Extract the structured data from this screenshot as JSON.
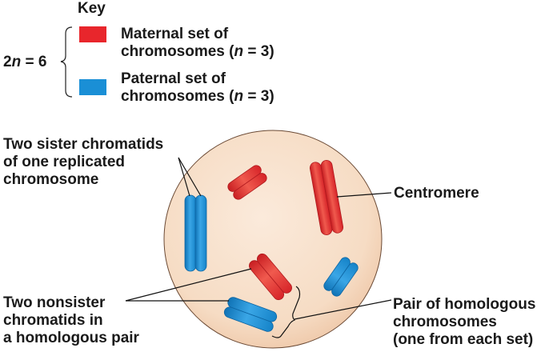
{
  "key": {
    "title": "Key",
    "ploidy_label_pre": "2",
    "ploidy_label_var": "n",
    "ploidy_label_post": " = 6",
    "maternal": {
      "line1": "Maternal set of",
      "line2_pre": "chromosomes (",
      "line2_var": "n",
      "line2_post": " = 3)",
      "color": "#e8262c"
    },
    "paternal": {
      "line1": "Paternal set of",
      "line2_pre": "chromosomes (",
      "line2_var": "n",
      "line2_post": " = 3)",
      "color": "#1a8fd6"
    }
  },
  "labels": {
    "sister_chromatids": [
      "Two sister chromatids",
      "of one replicated",
      "chromosome"
    ],
    "centromere": "Centromere",
    "nonsister_chromatids": [
      "Two nonsister",
      "chromatids in",
      "a homologous pair"
    ],
    "homologous_pair": [
      "Pair of homologous",
      "chromosomes",
      "(one from each set)"
    ]
  },
  "cell": {
    "fill": "#f7dcc4",
    "stroke": "#6b4a35"
  },
  "chromosomes": [
    {
      "id": "paternal-long",
      "set": "paternal"
    },
    {
      "id": "maternal-small-top",
      "set": "maternal"
    },
    {
      "id": "maternal-long",
      "set": "maternal"
    },
    {
      "id": "maternal-mid",
      "set": "maternal"
    },
    {
      "id": "paternal-mid",
      "set": "paternal"
    },
    {
      "id": "paternal-small",
      "set": "paternal"
    }
  ]
}
